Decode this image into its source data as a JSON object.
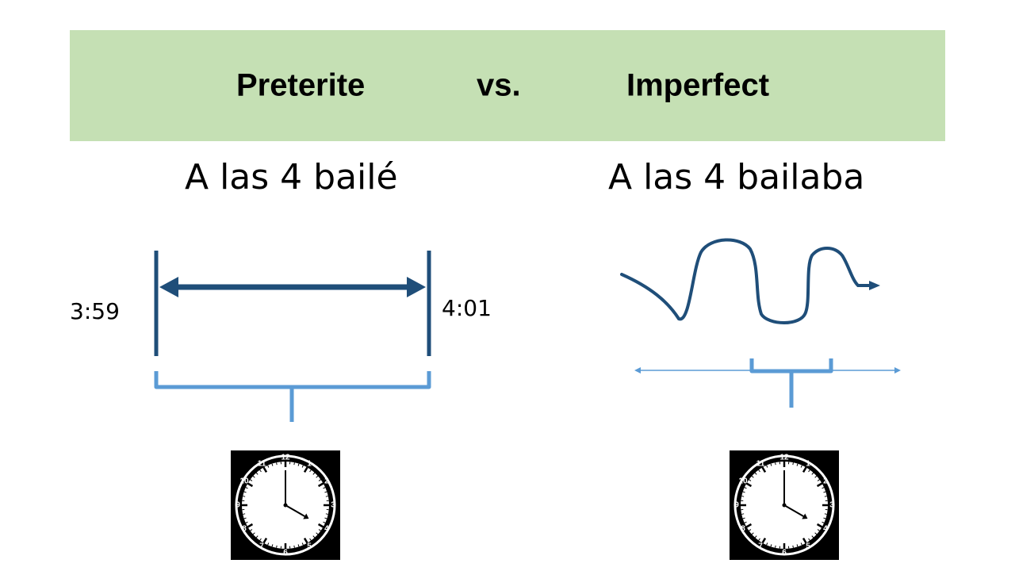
{
  "header": {
    "left": "Preterite",
    "middle": "vs.",
    "right": "Imperfect"
  },
  "preterite": {
    "sentence": "A las 4 bailé",
    "start_time": "3:59",
    "end_time": "4:01"
  },
  "imperfect": {
    "sentence": "A las 4 bailaba"
  },
  "clock": {
    "numerals": [
      "12",
      "1",
      "2",
      "3",
      "4",
      "5",
      "6",
      "7",
      "8",
      "9",
      "10",
      "11"
    ],
    "time_shown": "4:00"
  },
  "colors": {
    "header_band": "#c5e0b4",
    "dark_blue": "#1f4e79",
    "light_blue": "#5b9bd5"
  }
}
